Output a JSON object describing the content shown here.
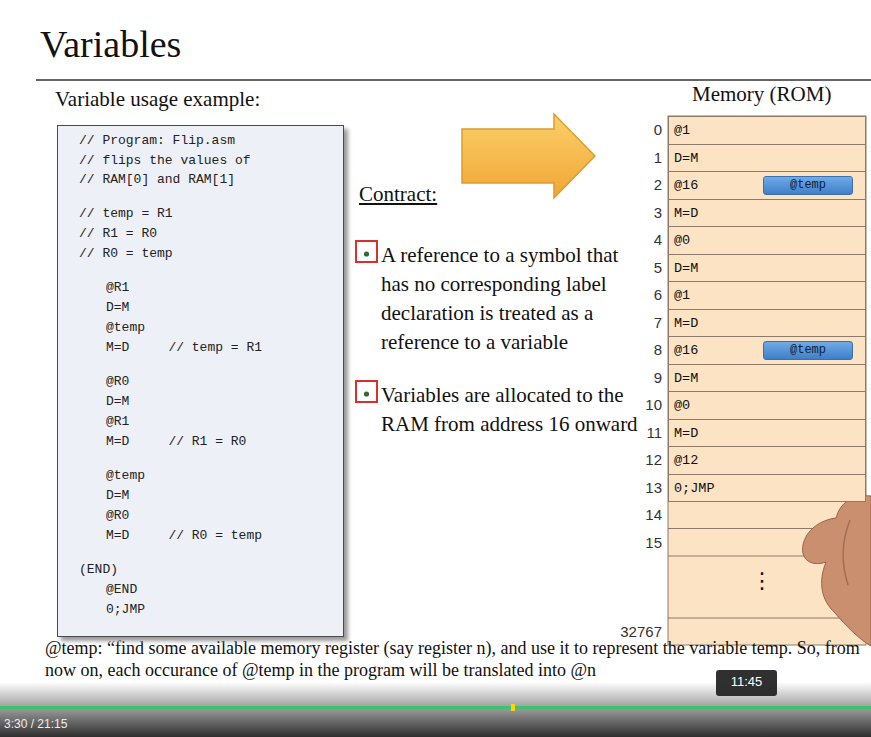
{
  "diagram": {
    "title": "Variables",
    "caption": "@temp: “find some available memory register (say register n), and use it to represent the variable temp. So, from now on, each occurance of @temp in the program will be translated into @n",
    "nodes": [
      {
        "text": [
          "// Program: Flip.asm",
          "// flips the values of",
          "// RAM[0] and RAM[1]",
          "// temp = R1",
          "// R1 = R0",
          "// R0 = temp",
          "@R1",
          "D=M",
          "@temp",
          "M=D     // temp = R1",
          "@R0",
          "D=M",
          "@R1",
          "M=D     // R1 = R0",
          "@temp",
          "D=M",
          "@R0",
          "M=D     // R0 = temp",
          "(END)",
          "@END",
          "0;JMP"
        ]
      },
      {
        "text": [
          "Memory (ROM)"
        ]
      },
      {
        "text": [
          "@1"
        ],
        "in": 1
      },
      {
        "text": [
          "D=M"
        ],
        "in": 1
      },
      {
        "text": [
          "@16"
        ],
        "in": 1
      },
      {
        "text": [
          "@temp"
        ],
        "in": 4
      },
      {
        "text": [
          "M=D"
        ],
        "in": 1
      },
      {
        "text": [
          "@0"
        ],
        "in": 1
      },
      {
        "text": [
          "D=M"
        ],
        "in": 1
      },
      {
        "text": [
          "@1"
        ],
        "in": 1
      },
      {
        "text": [
          "M=D"
        ],
        "in": 1
      },
      {
        "text": [
          "@16"
        ],
        "in": 1
      },
      {
        "text": [
          "@temp"
        ],
        "in": 11
      },
      {
        "text": [
          "D=M"
        ],
        "in": 1
      },
      {
        "text": [
          "@0"
        ],
        "in": 1
      },
      {
        "text": [
          "M=D"
        ],
        "in": 1
      },
      {
        "text": [
          "@12"
        ],
        "in": 1
      },
      {
        "text": [
          "0;JMP"
        ],
        "in": 1
      },
      {
        "text": [
          "11:45"
        ]
      }
    ],
    "labels": [
      "Variable usage example:",
      "Contract:",
      "A reference to a symbol that has no corresponding label declaration is treated as a reference to a variable",
      "Variables are allocated to the RAM from address 16 onward",
      "0",
      "1",
      "2",
      "3",
      "4",
      "5",
      "6",
      "7",
      "8",
      "9",
      "10",
      "11",
      "12",
      "13",
      "14",
      "15",
      "⋮",
      "32767",
      "3:30 / 21:15"
    ]
  }
}
